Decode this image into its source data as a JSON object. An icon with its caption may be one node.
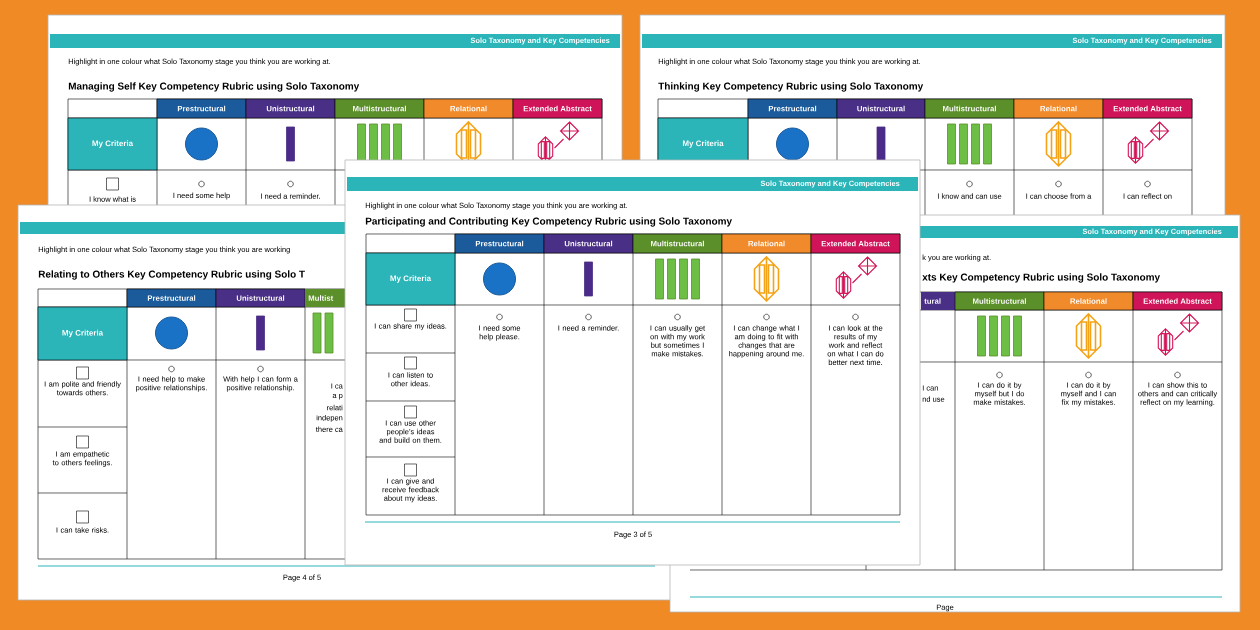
{
  "diagram": {
    "labels": [
      "Solo Taxonomy and Key Competencies",
      "Highlight in one colour what Solo Taxonomy stage you think you are working at.",
      "Managing Self Key Competency Rubric using Solo Taxonomy",
      "Prestructural",
      "Unistructural",
      "Multistructural",
      "Relational",
      "Extended Abstract",
      "My Criteria",
      "I know what is",
      "I need some help",
      "I need a reminder.",
      "Solo Taxonomy and Key Competencies",
      "Highlight in one colour what Solo Taxonomy stage you think you are working at.",
      "Thinking Key Competency Rubric using Solo Taxonomy",
      "Prestructural",
      "Unistructural",
      "Multistructural",
      "Relational",
      "Extended Abstract",
      "My Criteria",
      "I know and can use",
      "I can choose from a",
      "I can reflect on",
      "Highlight in one colour what Solo Taxonomy stage you think you are working",
      "Relating to Others Key Competency Rubric using Solo T",
      "Prestructural",
      "Unistructural",
      "Multist",
      "My Criteria",
      "I am polite and friendly towards others.",
      "I need help to make positive relationships.",
      "With help I can form a positive relationship.",
      "I ca",
      "a p",
      "relati",
      "indepen",
      "there ca",
      "I am empathetic to others feelings.",
      "I can take risks.",
      "Page 4 of 5",
      "Solo Taxonomy and Key Competencies",
      "k you are working at.",
      "xts Key Competency Rubric using Solo Taxonomy",
      "tural",
      "Multistructural",
      "Relational",
      "Extended Abstract",
      "I can",
      "nd use",
      "I can do it by myself but I do make mistakes.",
      "I can do it by myself and I can fix my mistakes.",
      "I can show this to others and can critically reflect on my learning.",
      "Page",
      "Solo Taxonomy and Key Competencies",
      "Highlight in one colour what Solo Taxonomy stage you think you are working at.",
      "Participating and Contributing Key Competency Rubric using Solo Taxonomy",
      "Prestructural",
      "Unistructural",
      "Multistructural",
      "Relational",
      "Extended Abstract",
      "My Criteria",
      "I can share my ideas.",
      "I need some help please.",
      "I need a reminder.",
      "I can usually get on with my work but sometimes I make mistakes.",
      "I can change what I am doing to fit with changes that are happening around me.",
      "I can look at the results of my work and reflect on what I can do better next time.",
      "I can listen to other ideas.",
      "I can use other people’s ideas and build on them.",
      "I can give and receive feedback about my ideas.",
      "Page 3 of 5"
    ]
  }
}
